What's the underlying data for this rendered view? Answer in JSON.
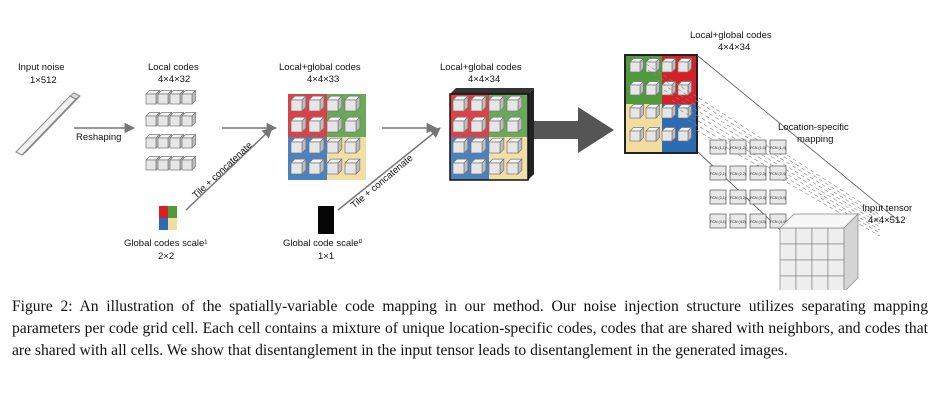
{
  "figure": {
    "input_noise": {
      "title": "Input noise",
      "dims": "1×512"
    },
    "reshaping": "Reshaping",
    "local_codes": {
      "title": "Local codes",
      "dims": "4×4×32"
    },
    "lg33": {
      "title": "Local+global codes",
      "dims": "4×4×33"
    },
    "lg34": {
      "title": "Local+global codes",
      "dims": "4×4×34"
    },
    "lg34_right": {
      "title": "Local+global codes",
      "dims": "4×4×34"
    },
    "tile1": "Tile + concatenate",
    "tile2": "Tile + concatenate",
    "gcs1": {
      "title": "Global codes scale¹",
      "dims": "2×2"
    },
    "gcs0": {
      "title": "Global code scale⁰",
      "dims": "1×1"
    },
    "lsm": {
      "line1": "Location-specific",
      "line2": "mapping"
    },
    "input_tensor": {
      "title": "Input tensor",
      "dims": "4×4×512"
    },
    "fcn_labels": [
      [
        "FCN (1,1)",
        "FCN (1,2)",
        "FCN (1,3)",
        "FCN (1,4)"
      ],
      [
        "FCN (2,1)",
        "FCN (2,2)",
        "FCN (2,3)",
        "FCN (2,4)"
      ],
      [
        "FCN (3,1)",
        "FCN (3,2)",
        "FCN (3,3)",
        "FCN (3,4)"
      ],
      [
        "FCN (4,1)",
        "FCN (4,2)",
        "FCN (4,3)",
        "FCN (4,4)"
      ]
    ],
    "colors": {
      "red": "#d62027",
      "green": "#4f9a3a",
      "blue": "#2d6bb5",
      "yellow": "#f2dda0",
      "cube": "#e6e6e6",
      "dark": "#3a3a3a"
    }
  },
  "caption": "Figure 2: An illustration of the spatially-variable code mapping in our method. Our noise injection structure utilizes separating mapping parameters per code grid cell. Each cell contains a mixture of unique location-specific codes, codes that are shared with neighbors, and codes that are shared with all cells. We show that disentanglement in the input tensor leads to disentanglement in the generated images."
}
